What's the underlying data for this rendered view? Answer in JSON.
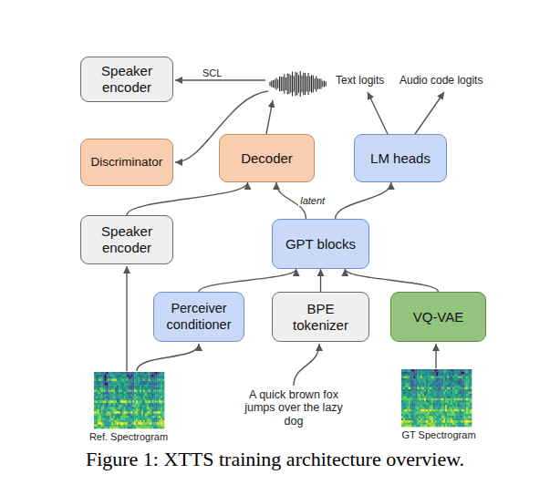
{
  "diagram": {
    "caption": "Figure 1: XTTS training architecture overview.",
    "nodes": [
      {
        "text": [
          "Speaker encoder"
        ]
      },
      {
        "text": [
          "Discriminator"
        ]
      },
      {
        "text": [
          "Decoder"
        ]
      },
      {
        "text": [
          "LM heads"
        ]
      },
      {
        "text": [
          "Speaker encoder"
        ]
      },
      {
        "text": [
          "GPT blocks"
        ]
      },
      {
        "text": [
          "Perceiver conditioner"
        ]
      },
      {
        "text": [
          "BPE tokenizer"
        ]
      },
      {
        "text": [
          "VQ-VAE"
        ]
      }
    ],
    "edges": [
      {
        "from": 4,
        "to": 2,
        "arrow": "to"
      },
      {
        "from": 5,
        "to": 2,
        "label": "latent",
        "arrow": "to"
      },
      {
        "from": 5,
        "to": 3,
        "arrow": "to"
      },
      {
        "from": 6,
        "to": 5,
        "arrow": "to"
      },
      {
        "from": 7,
        "to": 5,
        "arrow": "to"
      },
      {
        "from": 8,
        "to": 5,
        "arrow": "to"
      }
    ],
    "labels": [
      "SCL",
      "Text logits",
      "Audio code logits",
      "Ref. Spectrogram",
      "A quick brown fox jumps over the lazy dog",
      "GT Spectrogram"
    ]
  }
}
